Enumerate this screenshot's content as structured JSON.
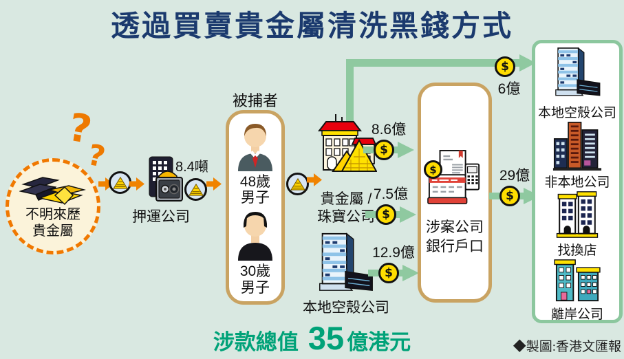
{
  "title": "透過買賣貴金屬清洗黑錢方式",
  "origin": {
    "q1": "?",
    "q2": "?",
    "line1": "不明來歷",
    "line2": "貴金屬"
  },
  "transport": {
    "label": "押運公司",
    "weight": "8.4噸"
  },
  "arrested": {
    "title": "被捕者",
    "p1_age": "48歲",
    "p1_sex": "男子",
    "p2_age": "30歲",
    "p2_sex": "男子"
  },
  "jewelry": {
    "line1": "貴金屬 /",
    "line2": "珠寶公司"
  },
  "shell_mid": {
    "label": "本地空殼公司"
  },
  "bank": {
    "line1": "涉案公司",
    "line2": "銀行戶口"
  },
  "flows": {
    "top": "6億",
    "f1": "8.6億",
    "f2": "7.5億",
    "f3": "12.9億",
    "f4": "29億",
    "coin": "$"
  },
  "recipients": [
    {
      "label": "本地空殼公司"
    },
    {
      "label": "非本地公司"
    },
    {
      "label": "找換店"
    },
    {
      "label": "離岸公司"
    }
  ],
  "total": {
    "label": "涉款總值",
    "amount": "35",
    "unit": "億港元"
  },
  "credit": "◆製圖:香港文匯報",
  "colors": {
    "background": "#d9e8e1",
    "title": "#1b3a6e",
    "orange": "#f08300",
    "green_arrow": "#8fc9a0",
    "gold_coin": "#ffdd00",
    "tan_border": "#c9a362",
    "green_border": "#8cc79e",
    "total_text": "#00a278"
  }
}
